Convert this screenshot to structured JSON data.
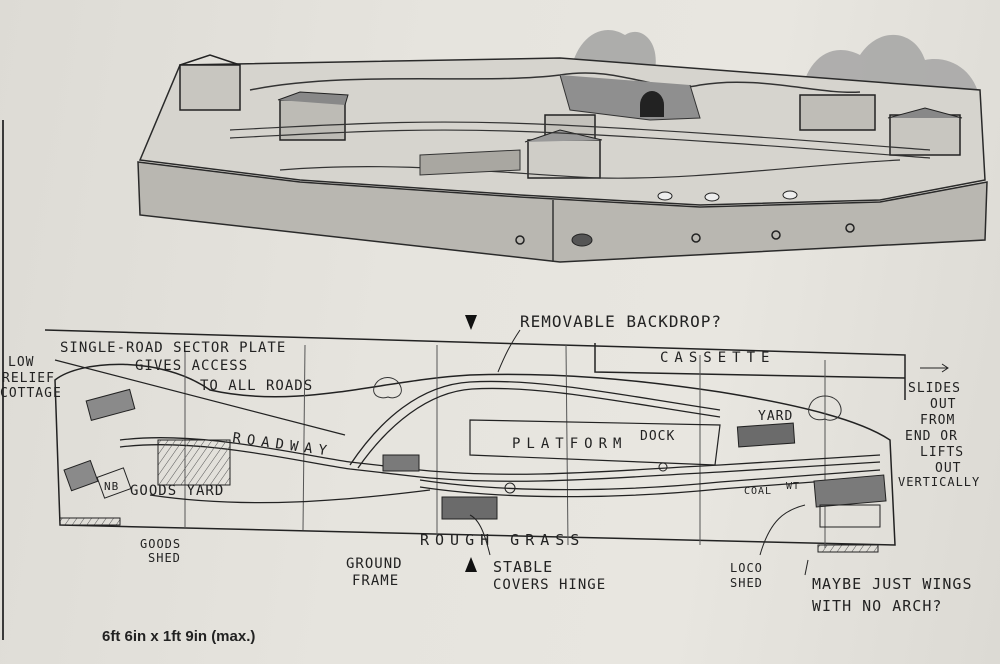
{
  "labels": {
    "low_relief_line1": "LOW",
    "low_relief_line2": "RELIEF",
    "low_relief_line3": "COTTAGE",
    "sector_line1": "SINGLE-ROAD SECTOR PLATE",
    "sector_line2": "GIVES ACCESS",
    "sector_line3": "TO ALL ROADS",
    "removable_backdrop": "REMOVABLE BACKDROP?",
    "cassette": "CASSETTE",
    "slides_line1": "SLIDES",
    "slides_line2": "OUT",
    "slides_line3": "FROM",
    "slides_line4": "END OR",
    "slides_line5": "LIFTS",
    "slides_line6": "OUT",
    "slides_line7": "VERTICALLY",
    "yard": "YARD",
    "dock": "DOCK",
    "platform": "PLATFORM",
    "roadway": "ROADWAY",
    "goods_yard": "GOODS YARD",
    "nb": "NB",
    "coal": "COAL",
    "wt": "WT",
    "rough_grass": "ROUGH GRASS",
    "goods_shed_line1": "GOODS",
    "goods_shed_line2": "SHED",
    "ground_frame_line1": "GROUND",
    "ground_frame_line2": "FRAME",
    "stable_line1": "STABLE",
    "stable_line2": "COVERS HINGE",
    "loco_shed_line1": "LOCO",
    "loco_shed_line2": "SHED",
    "maybe_line1": "MAYBE JUST WINGS",
    "maybe_line2": "WITH NO ARCH?"
  },
  "caption": "6ft 6in x 1ft 9in (max.)"
}
